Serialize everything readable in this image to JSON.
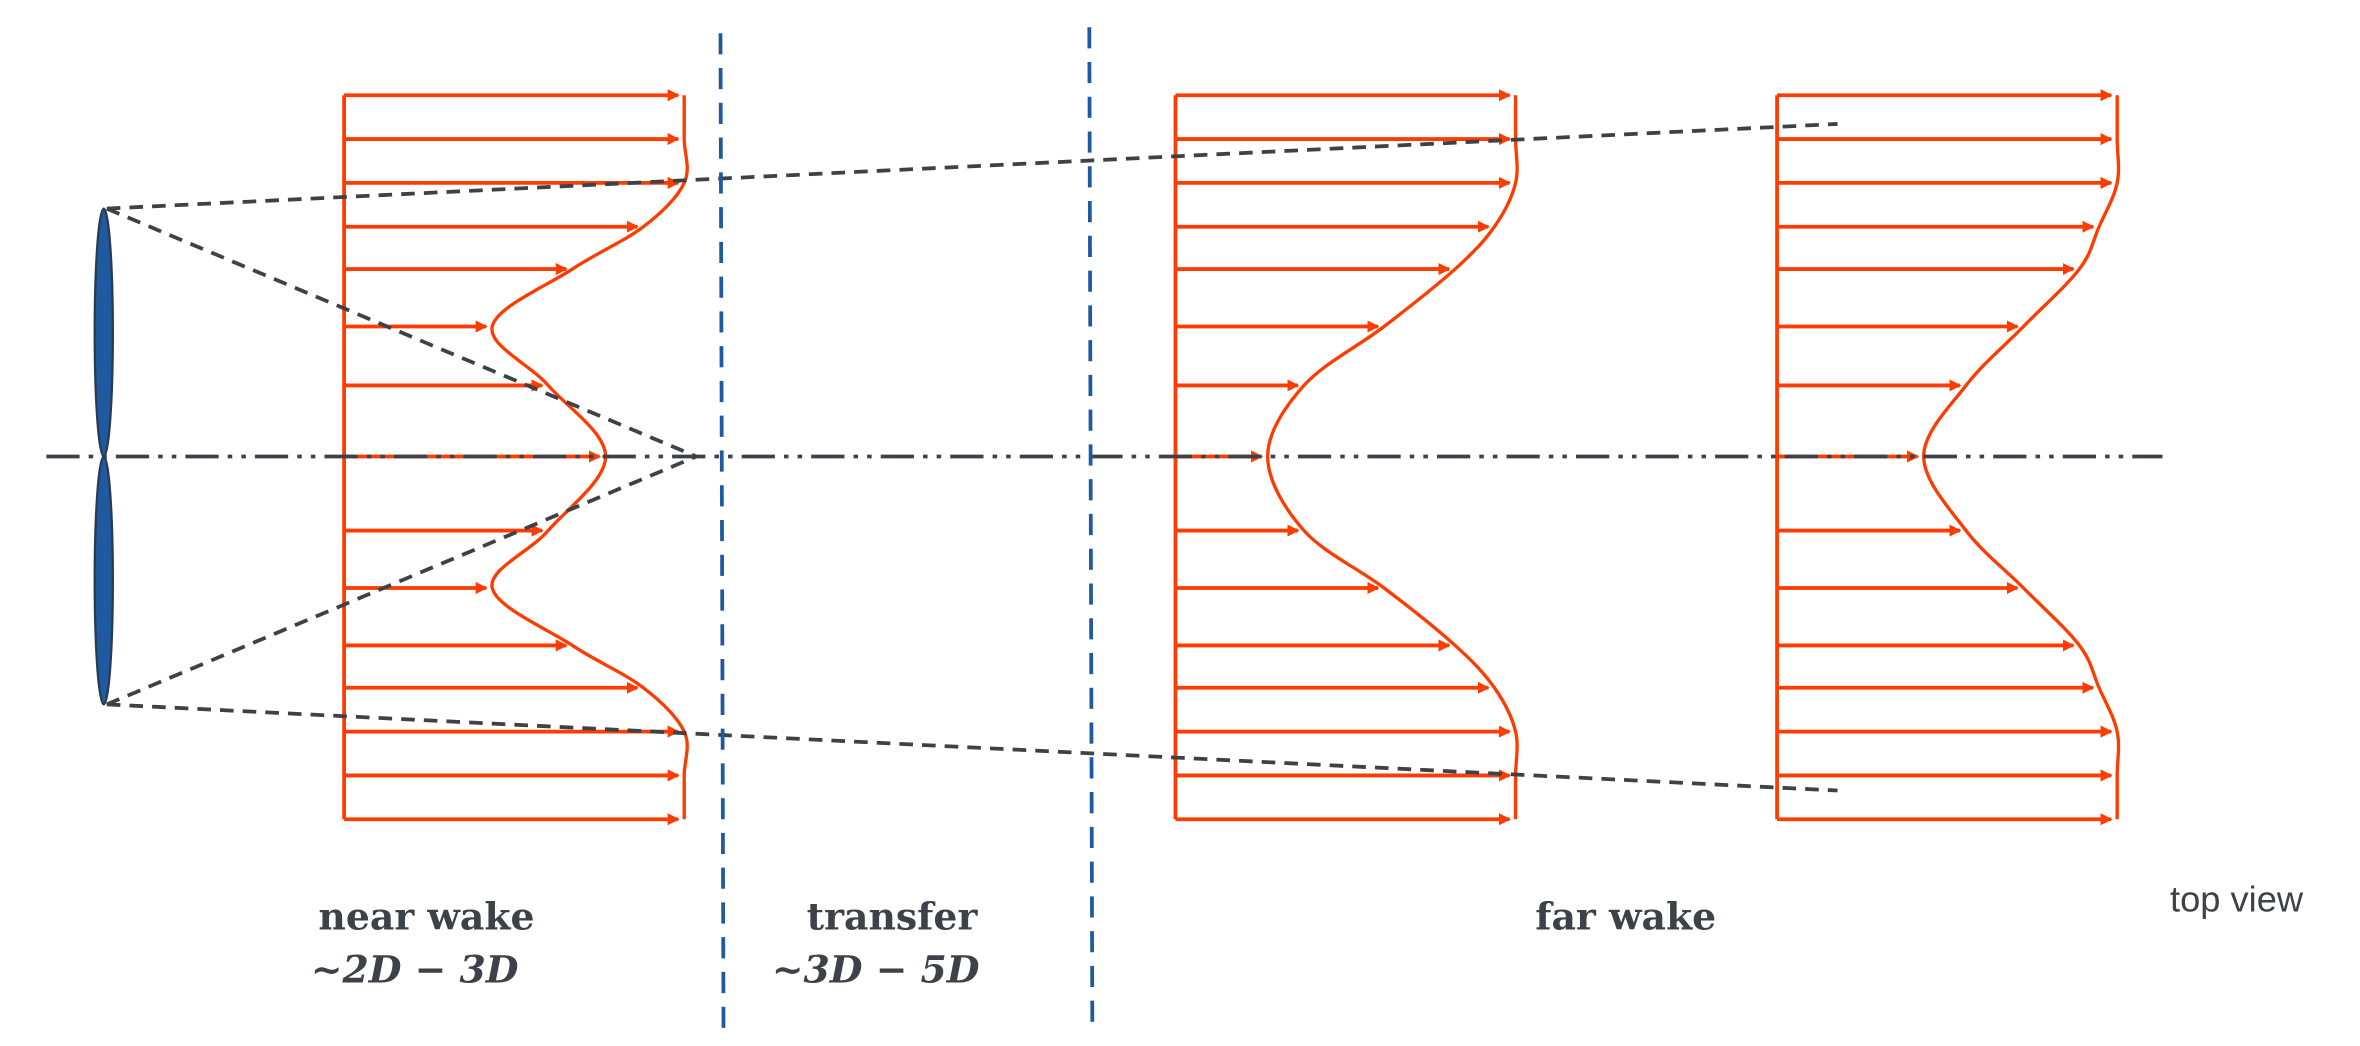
{
  "diagram": {
    "regions": [
      {
        "name": "near wake",
        "range": "~2D − 3D"
      },
      {
        "name": "transfer",
        "range": "~3D − 5D"
      },
      {
        "name": "far wake"
      }
    ],
    "view_label": "top view"
  },
  "colors": {
    "profile": "#ff3c00",
    "rotor": "#1f5aa0",
    "boundary": "#1f5aa0",
    "guide": "#3d4148"
  }
}
